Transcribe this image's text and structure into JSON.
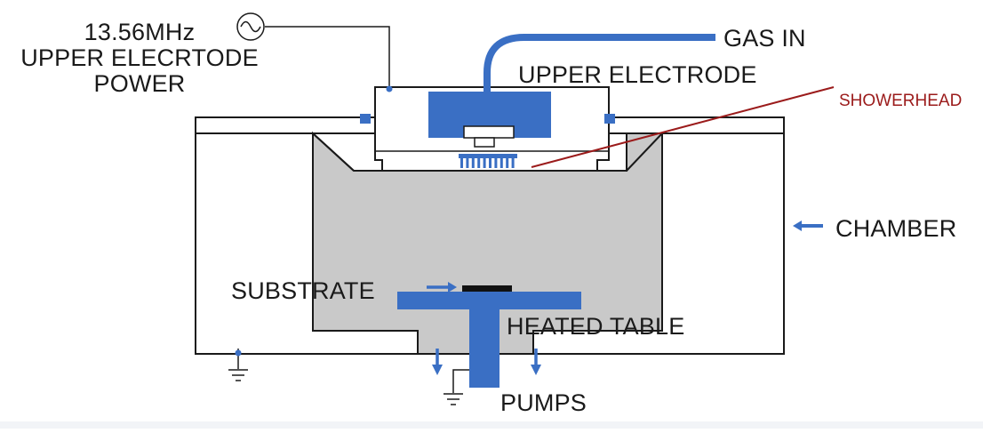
{
  "labels": {
    "power_freq": "13.56MHz",
    "power_line1": "UPPER ELECRTODE",
    "power_line2": "POWER",
    "gas_in": "GAS IN",
    "upper_electrode": "UPPER ELECTRODE",
    "showerhead": "SHOWERHEAD",
    "chamber": "CHAMBER",
    "substrate": "SUBSTRATE",
    "heated_table": "HEATED TABLE",
    "pumps": "PUMPS"
  },
  "colors": {
    "outline": "#1a1a1a",
    "plasma_gray": "#c9c9c9",
    "electrode_blue": "#3a6fc4",
    "pointer_red": "#9b1b1b"
  },
  "icons": [
    "ac-source-icon",
    "ground-icon",
    "flow-arrow-icon"
  ]
}
